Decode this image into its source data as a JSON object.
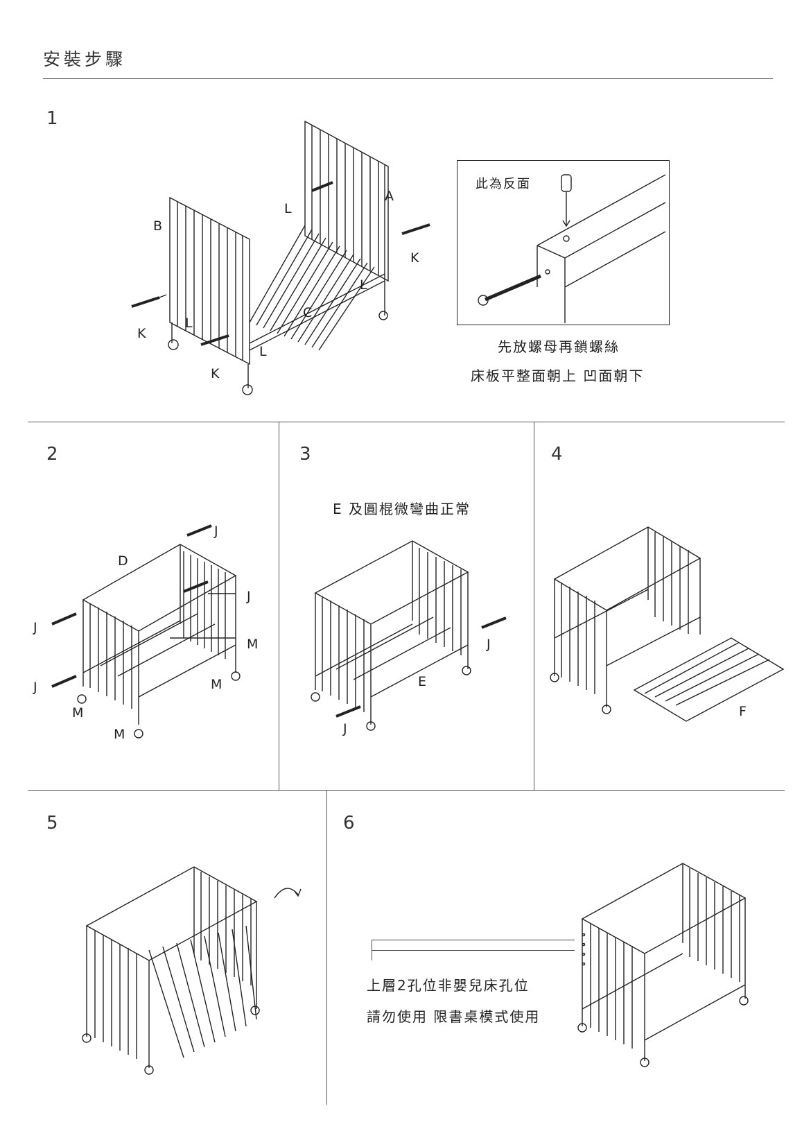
{
  "page": {
    "title": "安裝步驟"
  },
  "steps": [
    {
      "number": "1",
      "labels": [
        "A",
        "B",
        "C",
        "K",
        "K",
        "K",
        "L",
        "L",
        "L",
        "L"
      ],
      "inset": {
        "reverse_label": "此為反面",
        "caption_line1": "先放螺母再鎖螺絲",
        "caption_line2": "床板平整面朝上  凹面朝下"
      }
    },
    {
      "number": "2",
      "labels": [
        "D",
        "J",
        "J",
        "J",
        "J",
        "M",
        "M",
        "M",
        "M"
      ]
    },
    {
      "number": "3",
      "note": "E 及圓棍微彎曲正常",
      "labels": [
        "J",
        "J",
        "E"
      ]
    },
    {
      "number": "4",
      "labels": [
        "F"
      ]
    },
    {
      "number": "5"
    },
    {
      "number": "6",
      "note_line1": "上層2孔位非嬰兒床孔位",
      "note_line2": "請勿使用  限書桌模式使用"
    }
  ],
  "icons": {
    "screw": "screw-icon",
    "nut": "barrel-nut-icon",
    "rotate": "rotate-arrow-icon"
  }
}
